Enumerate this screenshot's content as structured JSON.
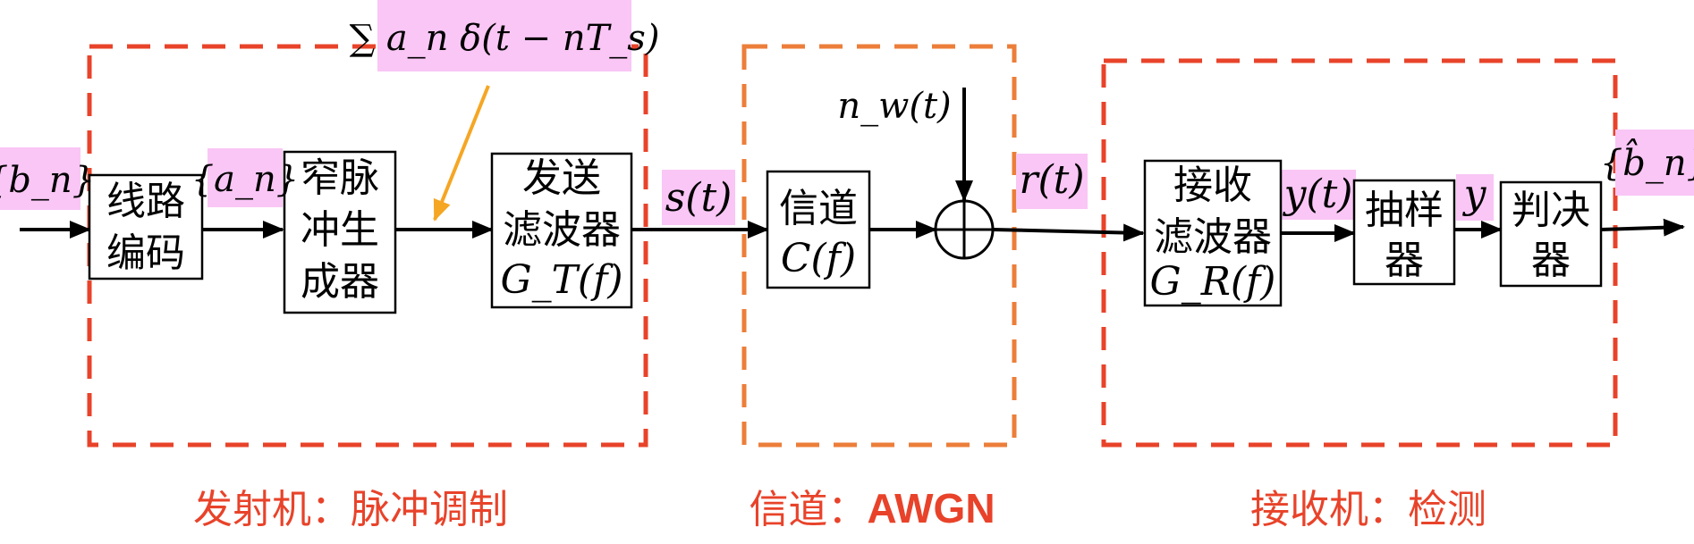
{
  "blocks": {
    "line_coding": [
      "线路",
      "编码"
    ],
    "pulse_gen": [
      "窄脉",
      "冲生",
      "成器"
    ],
    "tx_filter": [
      "发送",
      "滤波器",
      "G_T(f)"
    ],
    "channel": [
      "信道",
      "C(f)"
    ],
    "rx_filter": [
      "接收",
      "滤波器",
      "G_R(f)"
    ],
    "sampler": [
      "抽样",
      "器"
    ],
    "decider": [
      "判决",
      "器"
    ]
  },
  "signals": {
    "bn": "{b_n}",
    "an": "{a_n}",
    "impulse": "∑ a_n δ(t − nT_s)",
    "st": "s(t)",
    "nw": "n_w(t)",
    "rt": "r(t)",
    "yt": "y(t)",
    "y": "y",
    "bn_hat": "{b̂_n}"
  },
  "sections": {
    "transmitter": "发射机：脉冲调制",
    "channel_prefix": "信道：",
    "channel_name": "AWGN",
    "receiver": "接收机：检测"
  },
  "colors": {
    "highlight": "#f9c6f5",
    "red": "#e8432a",
    "orange": "#ec7e3a",
    "arrow_orange": "#f5a623"
  }
}
